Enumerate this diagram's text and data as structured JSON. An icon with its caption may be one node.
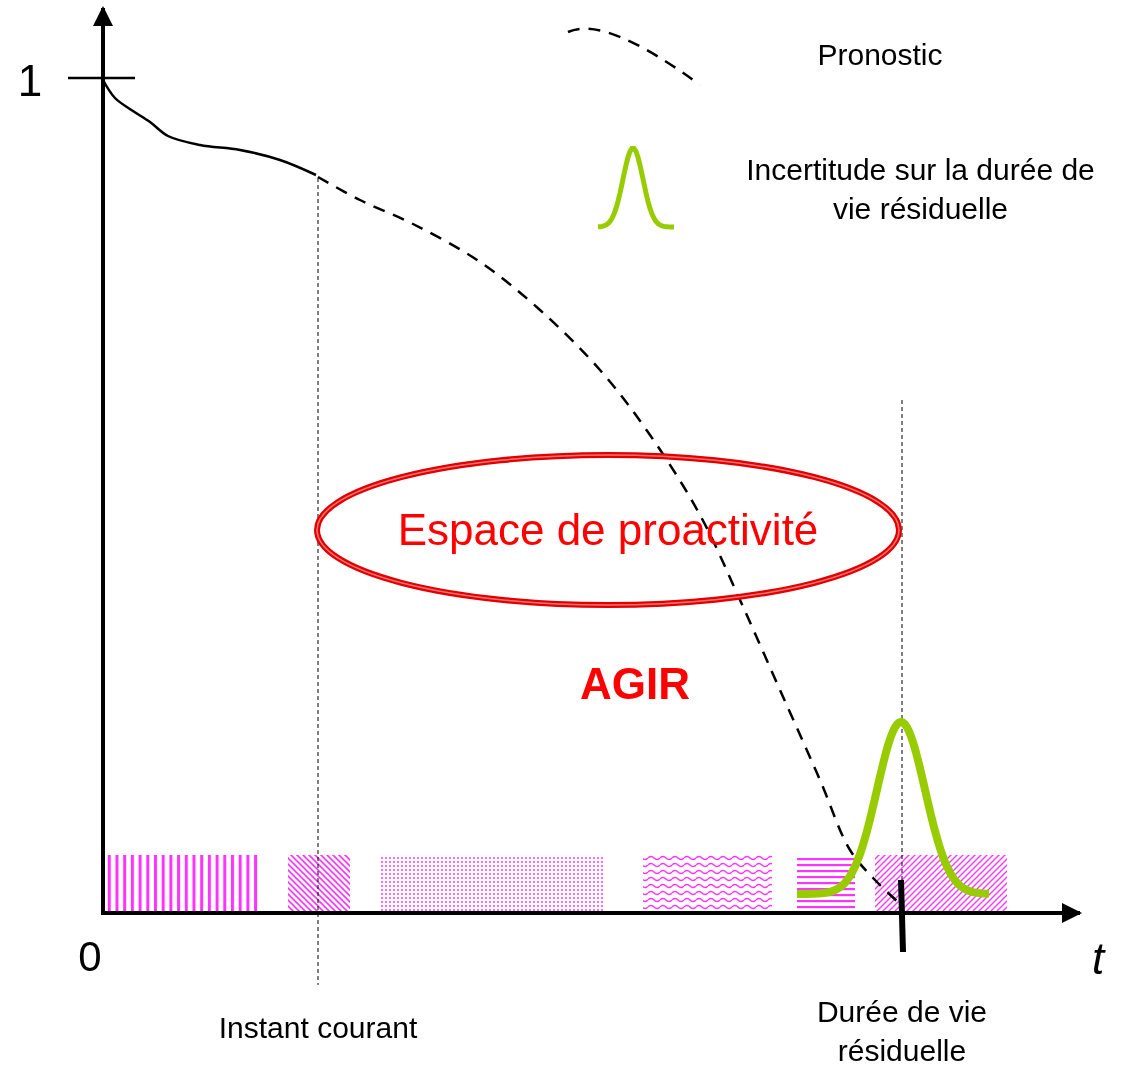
{
  "diagram": {
    "nodes": [
      {
        "text": [
          "Espace de proactivité"
        ]
      }
    ],
    "labels": [
      "1",
      "0",
      "t",
      "AGIR",
      "Instant courant",
      "Durée de vie résiduelle"
    ],
    "legend": [
      {
        "text": "Pronostic"
      },
      {
        "text": "Incertitude sur la durée de vie résiduelle"
      }
    ]
  }
}
